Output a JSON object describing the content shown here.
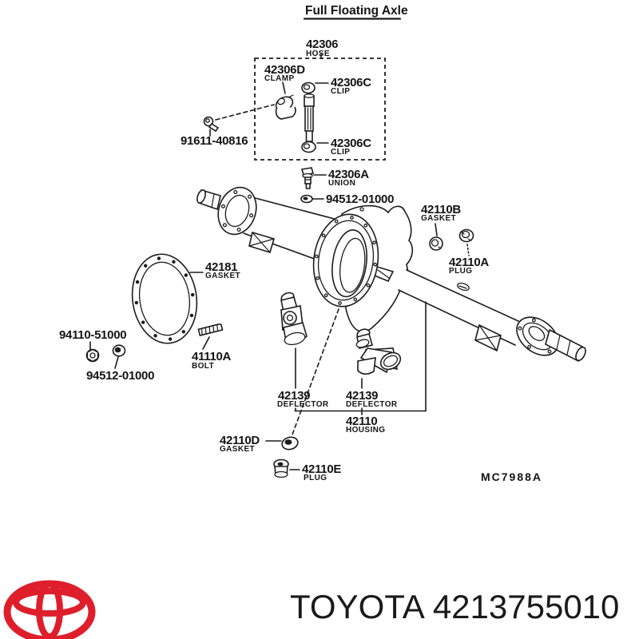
{
  "title": "Full Floating Axle",
  "drawing_code": "MC7988A",
  "labels": {
    "hose": {
      "id": "42306",
      "name": "HOSE"
    },
    "clamp": {
      "id": "42306D",
      "name": "CLAMP"
    },
    "clip_top": {
      "id": "42306C",
      "name": "CLIP"
    },
    "clip_bottom": {
      "id": "42306C",
      "name": "CLIP"
    },
    "bolt_91611": {
      "id": "91611-40816"
    },
    "union": {
      "id": "42306A",
      "name": "UNION"
    },
    "washer_a": {
      "id": "94512-01000"
    },
    "gasket_42110b": {
      "id": "42110B",
      "name": "GASKET"
    },
    "plug_42110a": {
      "id": "42110A",
      "name": "PLUG"
    },
    "gasket_42181": {
      "id": "42181",
      "name": "GASKET"
    },
    "nut_94110": {
      "id": "94110-51000"
    },
    "washer_b": {
      "id": "94512-01000"
    },
    "bolt_41110a": {
      "id": "41110A",
      "name": "BOLT"
    },
    "deflector_left": {
      "id": "42139",
      "name": "DEFLECTOR"
    },
    "deflector_right": {
      "id": "42139",
      "name": "DEFLECTOR"
    },
    "housing": {
      "id": "42110",
      "name": "HOUSING"
    },
    "gasket_42110d": {
      "id": "42110D",
      "name": "GASKET"
    },
    "plug_42110e": {
      "id": "42110E",
      "name": "PLUG"
    }
  },
  "footer": {
    "brand": "TOYOTA",
    "part_number": "4213755010"
  },
  "colors": {
    "logo_red": "#de1f2b",
    "line": "#1b1b1b"
  }
}
